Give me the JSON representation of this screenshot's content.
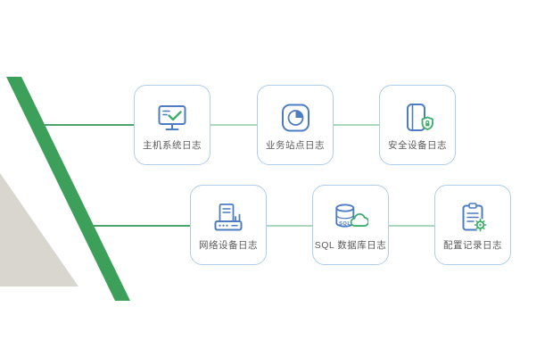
{
  "cards": [
    {
      "label": "主机系统日志",
      "icon": "monitor-check-icon"
    },
    {
      "label": "业务站点日志",
      "icon": "pie-chart-icon"
    },
    {
      "label": "安全设备日志",
      "icon": "security-book-lock-icon"
    },
    {
      "label": "网络设备日志",
      "icon": "network-device-icon"
    },
    {
      "label": "SQL 数据库日志",
      "icon": "sql-database-cloud-icon",
      "icon_text": "SQL"
    },
    {
      "label": "配置记录日志",
      "icon": "config-document-gear-icon"
    }
  ],
  "colors": {
    "icon_blue": "#4d7cc0",
    "accent_green": "#3fae6c",
    "stripe_green": "#3da05a",
    "triangle_gray": "#d9d5cf",
    "card_border": "#aecdea",
    "connector_main": "#4ba46b",
    "connector_light": "#a9d9ba",
    "label_text": "#5a5a5a"
  }
}
